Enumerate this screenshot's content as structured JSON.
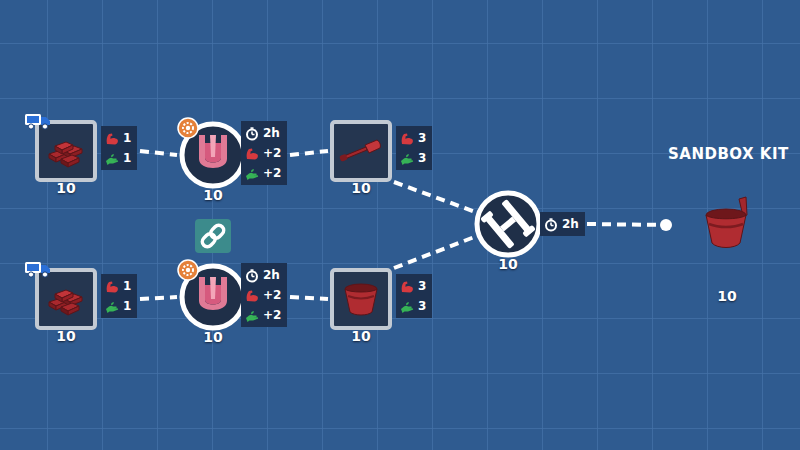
{
  "diagram": {
    "nodes": [
      {
        "text": [
          "10",
          "1",
          "1"
        ]
      },
      {
        "text": [
          "10",
          "2h",
          "+2",
          "+2"
        ]
      },
      {
        "text": [
          "10",
          "3",
          "3"
        ]
      },
      {
        "text": [
          "10",
          "1",
          "1"
        ]
      },
      {
        "text": [
          "10",
          "2h",
          "+2",
          "+2"
        ]
      },
      {
        "text": [
          "10",
          "3",
          "3"
        ]
      },
      {
        "text": [
          "10",
          "2h"
        ]
      },
      {
        "text": [
          "SANDBOX KIT",
          "10"
        ]
      }
    ],
    "edges": [
      {
        "from": 0,
        "to": 1,
        "arrow": "none"
      },
      {
        "from": 1,
        "to": 2,
        "arrow": "none"
      },
      {
        "from": 2,
        "to": 6,
        "arrow": "none"
      },
      {
        "from": 3,
        "to": 4,
        "arrow": "none"
      },
      {
        "from": 4,
        "to": 5,
        "arrow": "none"
      },
      {
        "from": 5,
        "to": 6,
        "arrow": "none"
      },
      {
        "from": 6,
        "to": 7,
        "arrow": "none"
      }
    ]
  }
}
